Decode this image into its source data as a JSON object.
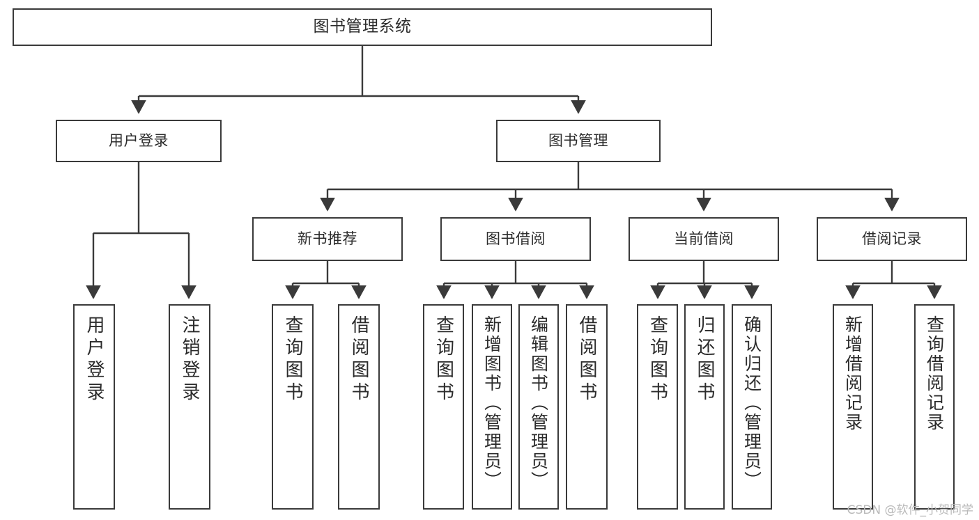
{
  "diagram": {
    "title": "图书管理系统",
    "type": "tree-hierarchy-chart",
    "watermark": "CSDN @软件_小贺同学",
    "colors": {
      "background": "#ffffff",
      "box_border": "#3a3a3a",
      "box_fill": "#ffffff",
      "text": "#2b2b2b",
      "connector": "#3a3a3a",
      "watermark": "#b9b9b9"
    }
  },
  "nodes": {
    "root": {
      "label": "图书管理系统"
    },
    "level1": [
      {
        "id": "user-login",
        "label": "用户登录"
      },
      {
        "id": "book-management",
        "label": "图书管理"
      }
    ],
    "level2": [
      {
        "id": "new-book-recommend",
        "label": "新书推荐"
      },
      {
        "id": "book-borrow",
        "label": "图书借阅"
      },
      {
        "id": "current-borrow",
        "label": "当前借阅"
      },
      {
        "id": "borrow-record",
        "label": "借阅记录"
      }
    ],
    "leaves": {
      "user_login": [
        {
          "id": "leaf-user-login",
          "label": "用户登录"
        },
        {
          "id": "leaf-user-logout",
          "label": "注销登录"
        }
      ],
      "new_book_recommend": [
        {
          "id": "leaf-query-book-1",
          "label": "查询图书"
        },
        {
          "id": "leaf-borrow-book-1",
          "label": "借阅图书"
        }
      ],
      "book_borrow": [
        {
          "id": "leaf-query-book-2",
          "label": "查询图书"
        },
        {
          "id": "leaf-add-book",
          "label": "新增图书（管理员）"
        },
        {
          "id": "leaf-edit-book",
          "label": "编辑图书（管理员）"
        },
        {
          "id": "leaf-borrow-book-2",
          "label": "借阅图书"
        }
      ],
      "current_borrow": [
        {
          "id": "leaf-query-book-3",
          "label": "查询图书"
        },
        {
          "id": "leaf-return-book",
          "label": "归还图书"
        },
        {
          "id": "leaf-confirm-return",
          "label": "确认归还（管理员）"
        }
      ],
      "borrow_record": [
        {
          "id": "leaf-add-record",
          "label": "新增借阅记录"
        },
        {
          "id": "leaf-query-record",
          "label": "查询借阅记录"
        }
      ]
    }
  },
  "chart_data": {
    "type": "table",
    "title": "图书管理系统 功能模块结构",
    "tree": [
      {
        "label": "图书管理系统",
        "children": [
          {
            "label": "用户登录",
            "children": [
              {
                "label": "用户登录"
              },
              {
                "label": "注销登录"
              }
            ]
          },
          {
            "label": "图书管理",
            "children": [
              {
                "label": "新书推荐",
                "children": [
                  {
                    "label": "查询图书"
                  },
                  {
                    "label": "借阅图书"
                  }
                ]
              },
              {
                "label": "图书借阅",
                "children": [
                  {
                    "label": "查询图书"
                  },
                  {
                    "label": "新增图书（管理员）"
                  },
                  {
                    "label": "编辑图书（管理员）"
                  },
                  {
                    "label": "借阅图书"
                  }
                ]
              },
              {
                "label": "当前借阅",
                "children": [
                  {
                    "label": "查询图书"
                  },
                  {
                    "label": "归还图书"
                  },
                  {
                    "label": "确认归还（管理员）"
                  }
                ]
              },
              {
                "label": "借阅记录",
                "children": [
                  {
                    "label": "新增借阅记录"
                  },
                  {
                    "label": "查询借阅记录"
                  }
                ]
              }
            ]
          }
        ]
      }
    ]
  }
}
